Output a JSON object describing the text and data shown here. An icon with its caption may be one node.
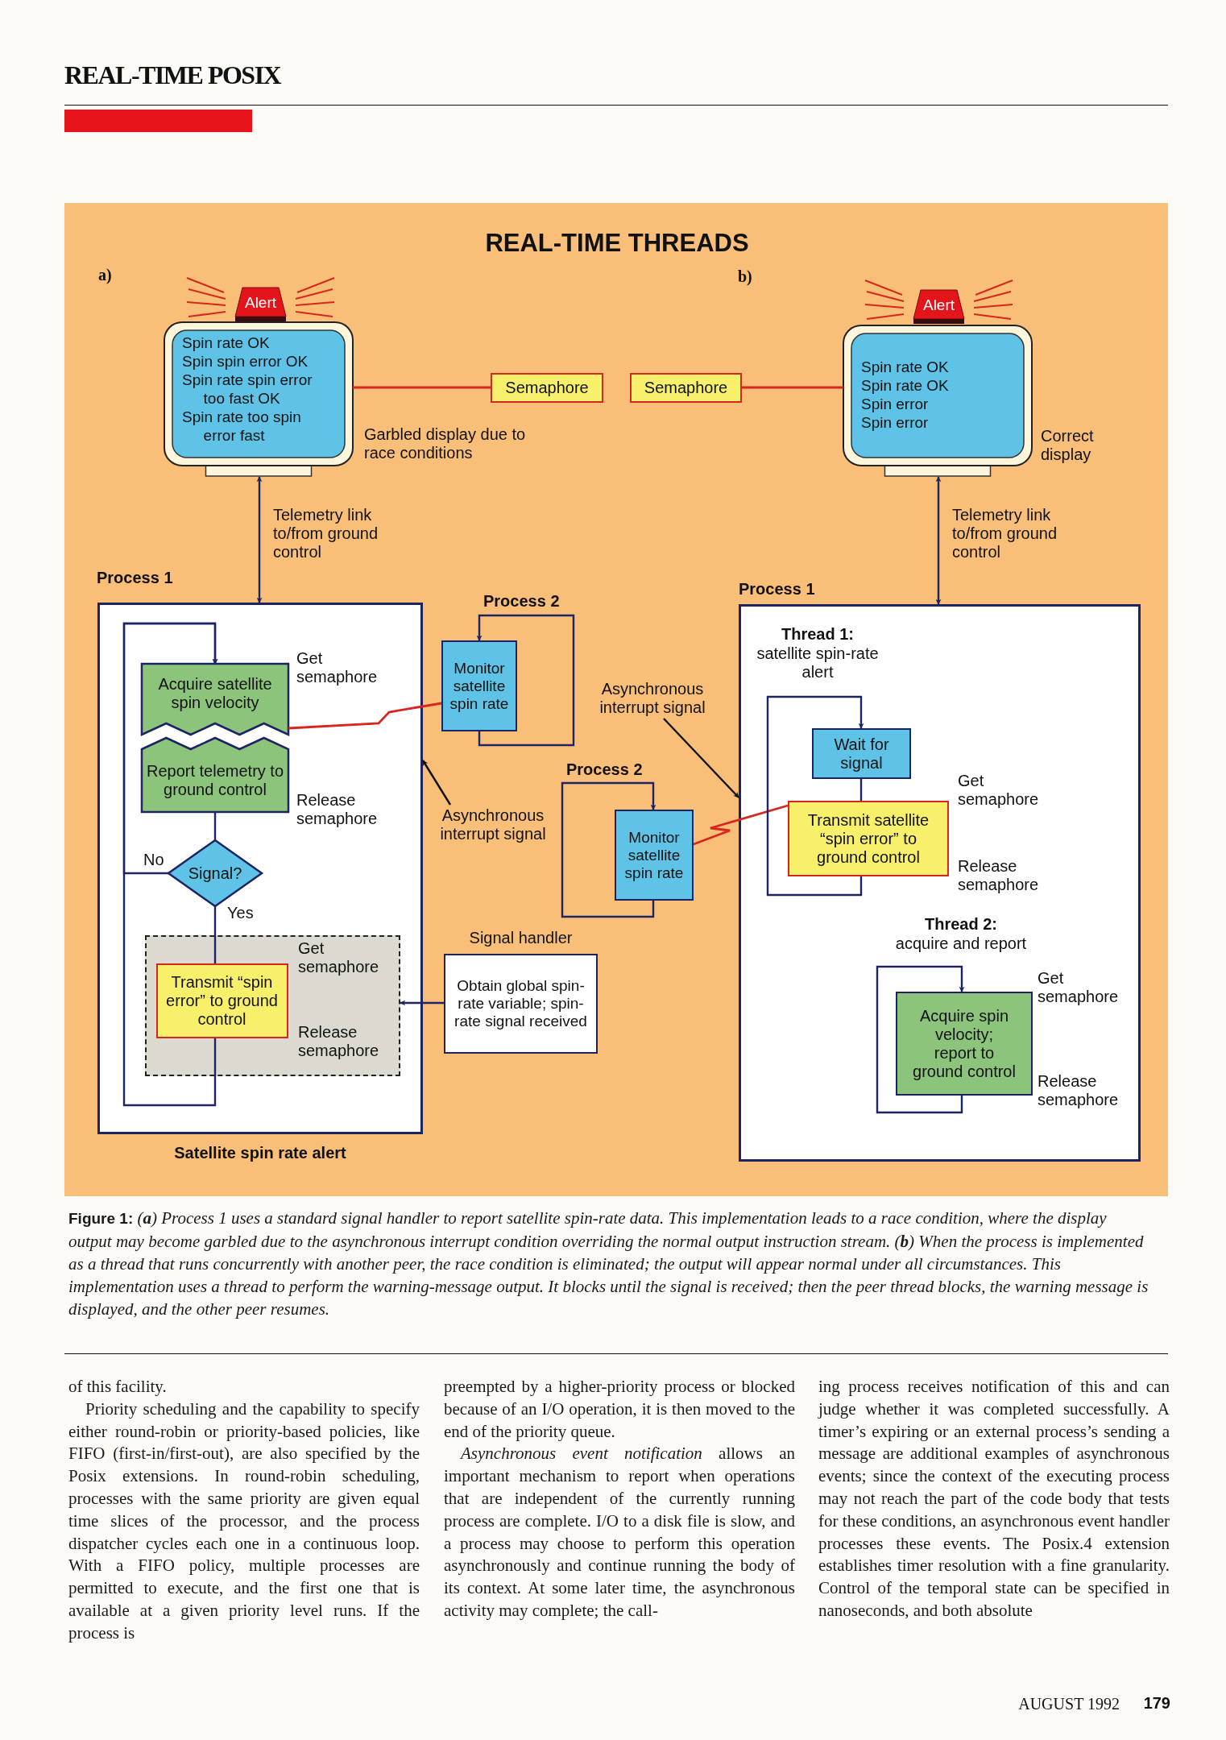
{
  "diagram": {
    "title": "REAL-TIME THREADS",
    "caption": "**Figure 1:** (**a**) Process 1 uses a standard signal handler to report satellite spin-rate data. This implementation leads to a race condition, where the display output may become garbled due to the asynchronous interrupt condition overriding the normal output instruction stream. (**b**) When the process is implemented as a thread that runs concurrently with another peer, the race condition is eliminated; the output will appear normal under all circumstances. This implementation uses a thread to perform the warning-message output. It blocks until the signal is received; then the peer thread blocks, the warning message is displayed, and the other peer resumes.",
    "nodes": [
      {
        "text": [
          "Alert"
        ]
      },
      {
        "text": [
          "Spin rate OK",
          "Spin spin error OK",
          "Spin rate spin error too fast OK",
          "Spin rate too spin error fast"
        ],
        "beside": [
          "Garbled display due to race conditions"
        ]
      },
      {
        "text": [
          "Semaphore"
        ]
      },
      {
        "text": [
          "Semaphore"
        ]
      },
      {
        "text": [
          "Alert"
        ]
      },
      {
        "text": [
          "Spin rate OK",
          "Spin rate OK",
          "Spin error",
          "Spin error"
        ],
        "beside": [
          "Correct display"
        ]
      },
      {
        "text": [
          "Process 1"
        ],
        "beside": [
          "Satellite spin rate alert"
        ]
      },
      {
        "text": [
          "Acquire satellite spin velocity"
        ],
        "in": 6,
        "beside": [
          "Get semaphore"
        ]
      },
      {
        "text": [
          "Report telemetry to ground control"
        ],
        "in": 6,
        "beside": [
          "Release semaphore"
        ]
      },
      {
        "text": [
          "Signal?"
        ],
        "in": 6
      },
      {
        "text": [
          "Get semaphore",
          "Release semaphore"
        ],
        "in": 6
      },
      {
        "text": [
          "Transmit “spin error” to ground control"
        ],
        "in": 10
      },
      {
        "text": [
          "Monitor satellite spin rate"
        ],
        "beside": [
          "Process 2"
        ]
      },
      {
        "text": [
          "Monitor satellite spin rate"
        ],
        "beside": [
          "Process 2"
        ]
      },
      {
        "text": [
          "Signal handler",
          "Obtain global spin-rate variable; spin-rate signal received"
        ]
      },
      {
        "text": [
          "Process 1"
        ]
      },
      {
        "text": [
          "Wait for signal"
        ],
        "in": 15
      },
      {
        "text": [
          "Transmit satellite “spin error” to ground control"
        ],
        "in": 15,
        "beside": [
          "Get semaphore",
          "Release semaphore"
        ]
      },
      {
        "text": [
          "Acquire spin velocity; report to ground control"
        ],
        "in": 15,
        "beside": [
          "Get semaphore",
          "Release semaphore"
        ]
      },
      {
        "text": [
          "Asynchronous interrupt signal"
        ]
      },
      {
        "text": [
          "Asynchronous interrupt signal"
        ]
      }
    ],
    "edges": [
      {
        "from": 1,
        "to": 2,
        "arrow": "none",
        "color": "#d8261e"
      },
      {
        "from": 3,
        "to": 5,
        "arrow": "none",
        "color": "#d8261e"
      },
      {
        "from": 1,
        "to": 6,
        "arrow": "both",
        "label": "Telemetry link to/from ground control"
      },
      {
        "from": 5,
        "to": 15,
        "arrow": "both",
        "label": "Telemetry link to/from ground control"
      },
      {
        "from": 11,
        "to": 7,
        "arrow": "to"
      },
      {
        "from": 9,
        "to": 7,
        "arrow": "to",
        "label": "No"
      },
      {
        "from": 8,
        "to": 9,
        "arrow": "none"
      },
      {
        "from": 9,
        "to": 11,
        "arrow": "none",
        "label": "Yes"
      },
      {
        "from": 12,
        "to": 12,
        "arrow": "to"
      },
      {
        "from": 13,
        "to": 13,
        "arrow": "to"
      },
      {
        "from": 12,
        "to": 7,
        "arrow": "none",
        "color": "#d8261e"
      },
      {
        "from": 13,
        "to": 17,
        "arrow": "none",
        "color": "#d8261e"
      },
      {
        "from": 14,
        "to": 10,
        "arrow": "to"
      },
      {
        "from": 19,
        "to": 15,
        "arrow": "to",
        "color": "#111111"
      },
      {
        "from": 20,
        "to": 6,
        "arrow": "to",
        "color": "#111111"
      },
      {
        "from": 16,
        "to": 17,
        "arrow": "none"
      },
      {
        "from": 17,
        "to": 16,
        "arrow": "to"
      },
      {
        "from": 18,
        "to": 18,
        "arrow": "to"
      }
    ],
    "labels": [
      "REAL-TIME POSIX",
      "a)",
      "b)",
      "Thread 1:",
      "satellite spin-rate alert",
      "Thread 2:",
      "acquire and report",
      "of this facility.",
      "Priority scheduling and the capability to specify either round-robin or priority-based policies, like FIFO (first-in/first-out), are also specified by the Posix extensions. In round-robin scheduling, processes with the same priority are given equal time slices of the processor, and the process dispatcher cycles each one in a continuous loop. With a FIFO policy, multiple processes are permitted to execute, and the first one that is available at a given priority level runs. If the process is",
      "preempted by a higher-priority process or blocked because of an I/O operation, it is then moved to the end of the priority queue.",
      "*Asynchronous event notification* allows an important mechanism to report when operations that are independent of the currently running process are complete. I/O to a disk file is slow, and a process may choose to perform this operation asynchronously and continue running the body of its context. At some later time, the asynchronous activity may complete; the call-",
      "ing process receives notification of this and can judge whether it was completed successfully. A timer’s expiring or an external process’s sending a message are additional examples of asynchronous events; since the context of the executing process may not reach the part of the code body that tests for these conditions, an asynchronous event handler processes these events. The Posix.4 extension establishes timer resolution with a fine granularity. Control of the temporal state can be specified in nanoseconds, and both absolute",
      "AUGUST 1992",
      "179"
    ]
  }
}
